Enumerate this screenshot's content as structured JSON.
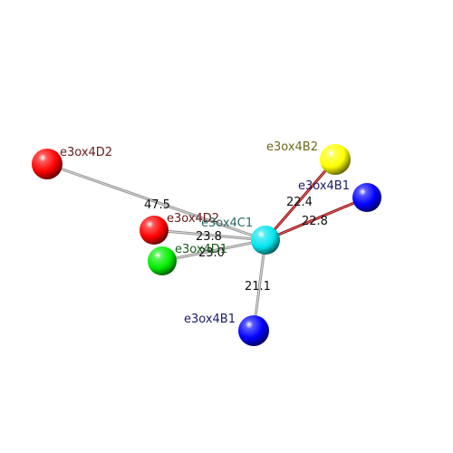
{
  "atoms": [
    {
      "key": "d2_far",
      "label": "e3ox4D2",
      "color": "#ff0000",
      "label_color": "#6b1a1a"
    },
    {
      "key": "d2_near",
      "label": "e3ox4D2",
      "color": "#ff0000",
      "label_color": "#6b1a1a"
    },
    {
      "key": "d1",
      "label": "e3ox4D1",
      "color": "#00ee00",
      "label_color": "#1a5a1a"
    },
    {
      "key": "c1",
      "label": "e3ox4C1",
      "color": "#00e5ee",
      "label_color": "#2a6a6a"
    },
    {
      "key": "b2",
      "label": "e3ox4B2",
      "color": "#ffff00",
      "label_color": "#6b6b1a"
    },
    {
      "key": "b1_right",
      "label": "e3ox4B1",
      "color": "#0000ff",
      "label_color": "#1a1a6b"
    },
    {
      "key": "b1_low",
      "label": "e3ox4B1",
      "color": "#0000ff",
      "label_color": "#1a1a6b"
    }
  ],
  "bonds": [
    {
      "from": "c1",
      "to": "d2_far",
      "distance": "47.5",
      "color": "#c8c8c8"
    },
    {
      "from": "c1",
      "to": "d2_near",
      "distance": "23.8",
      "color": "#c8c8c8"
    },
    {
      "from": "c1",
      "to": "d1",
      "distance": "23.0",
      "color": "#c8c8c8"
    },
    {
      "from": "c1",
      "to": "b2",
      "distance": "22.4",
      "color": "#cc1111"
    },
    {
      "from": "c1",
      "to": "b1_right",
      "distance": "22.8",
      "color": "#cc1111"
    },
    {
      "from": "c1",
      "to": "b1_low",
      "distance": "21.1",
      "color": "#c8c8c8"
    }
  ]
}
